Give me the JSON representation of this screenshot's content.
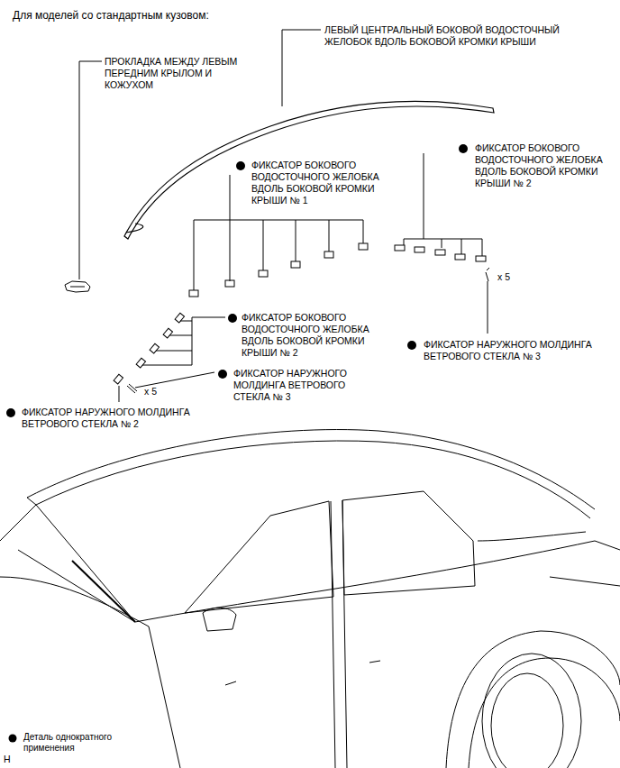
{
  "diagram": {
    "title": "Для моделей со стандартным кузовом:",
    "labels": [
      "ПРОКЛАДКА МЕЖДУ ЛЕВЫМ ПЕРЕДНИМ КРЫЛОМ И КОЖУХОМ",
      "ЛЕВЫЙ ЦЕНТРАЛЬНЫЙ БОКОВОЙ ВОДОСТОЧНЫЙ ЖЕЛОБОК ВДОЛЬ БОКОВОЙ КРОМКИ КРЫШИ",
      "ФИКСАТОР БОКОВОГО ВОДОСТОЧНОГО ЖЕЛОБКА ВДОЛЬ БОКОВОЙ КРОМКИ КРЫШИ № 1",
      "ФИКСАТОР БОКОВОГО ВОДОСТОЧНОГО ЖЕЛОБКА ВДОЛЬ БОКОВОЙ КРОМКИ КРЫШИ № 2",
      "x 5",
      "ФИКСАТОР НАРУЖНОГО МОЛДИНГА ВЕТРОВОГО СТЕКЛА № 3",
      "ФИКСАТОР БОКОВОГО ВОДОСТОЧНОГО ЖЕЛОБКА ВДОЛЬ БОКОВОЙ КРОМКИ КРЫШИ № 2",
      "ФИКСАТОР НАРУЖНОГО МОЛДИНГА ВЕТРОВОГО СТЕКЛА № 3",
      "x 5",
      "ФИКСАТОР НАРУЖНОГО МОЛДИНГА ВЕТРОВОГО СТЕКЛА № 2",
      "H"
    ],
    "legend": [
      {
        "text": "Деталь однократного применения"
      }
    ]
  }
}
